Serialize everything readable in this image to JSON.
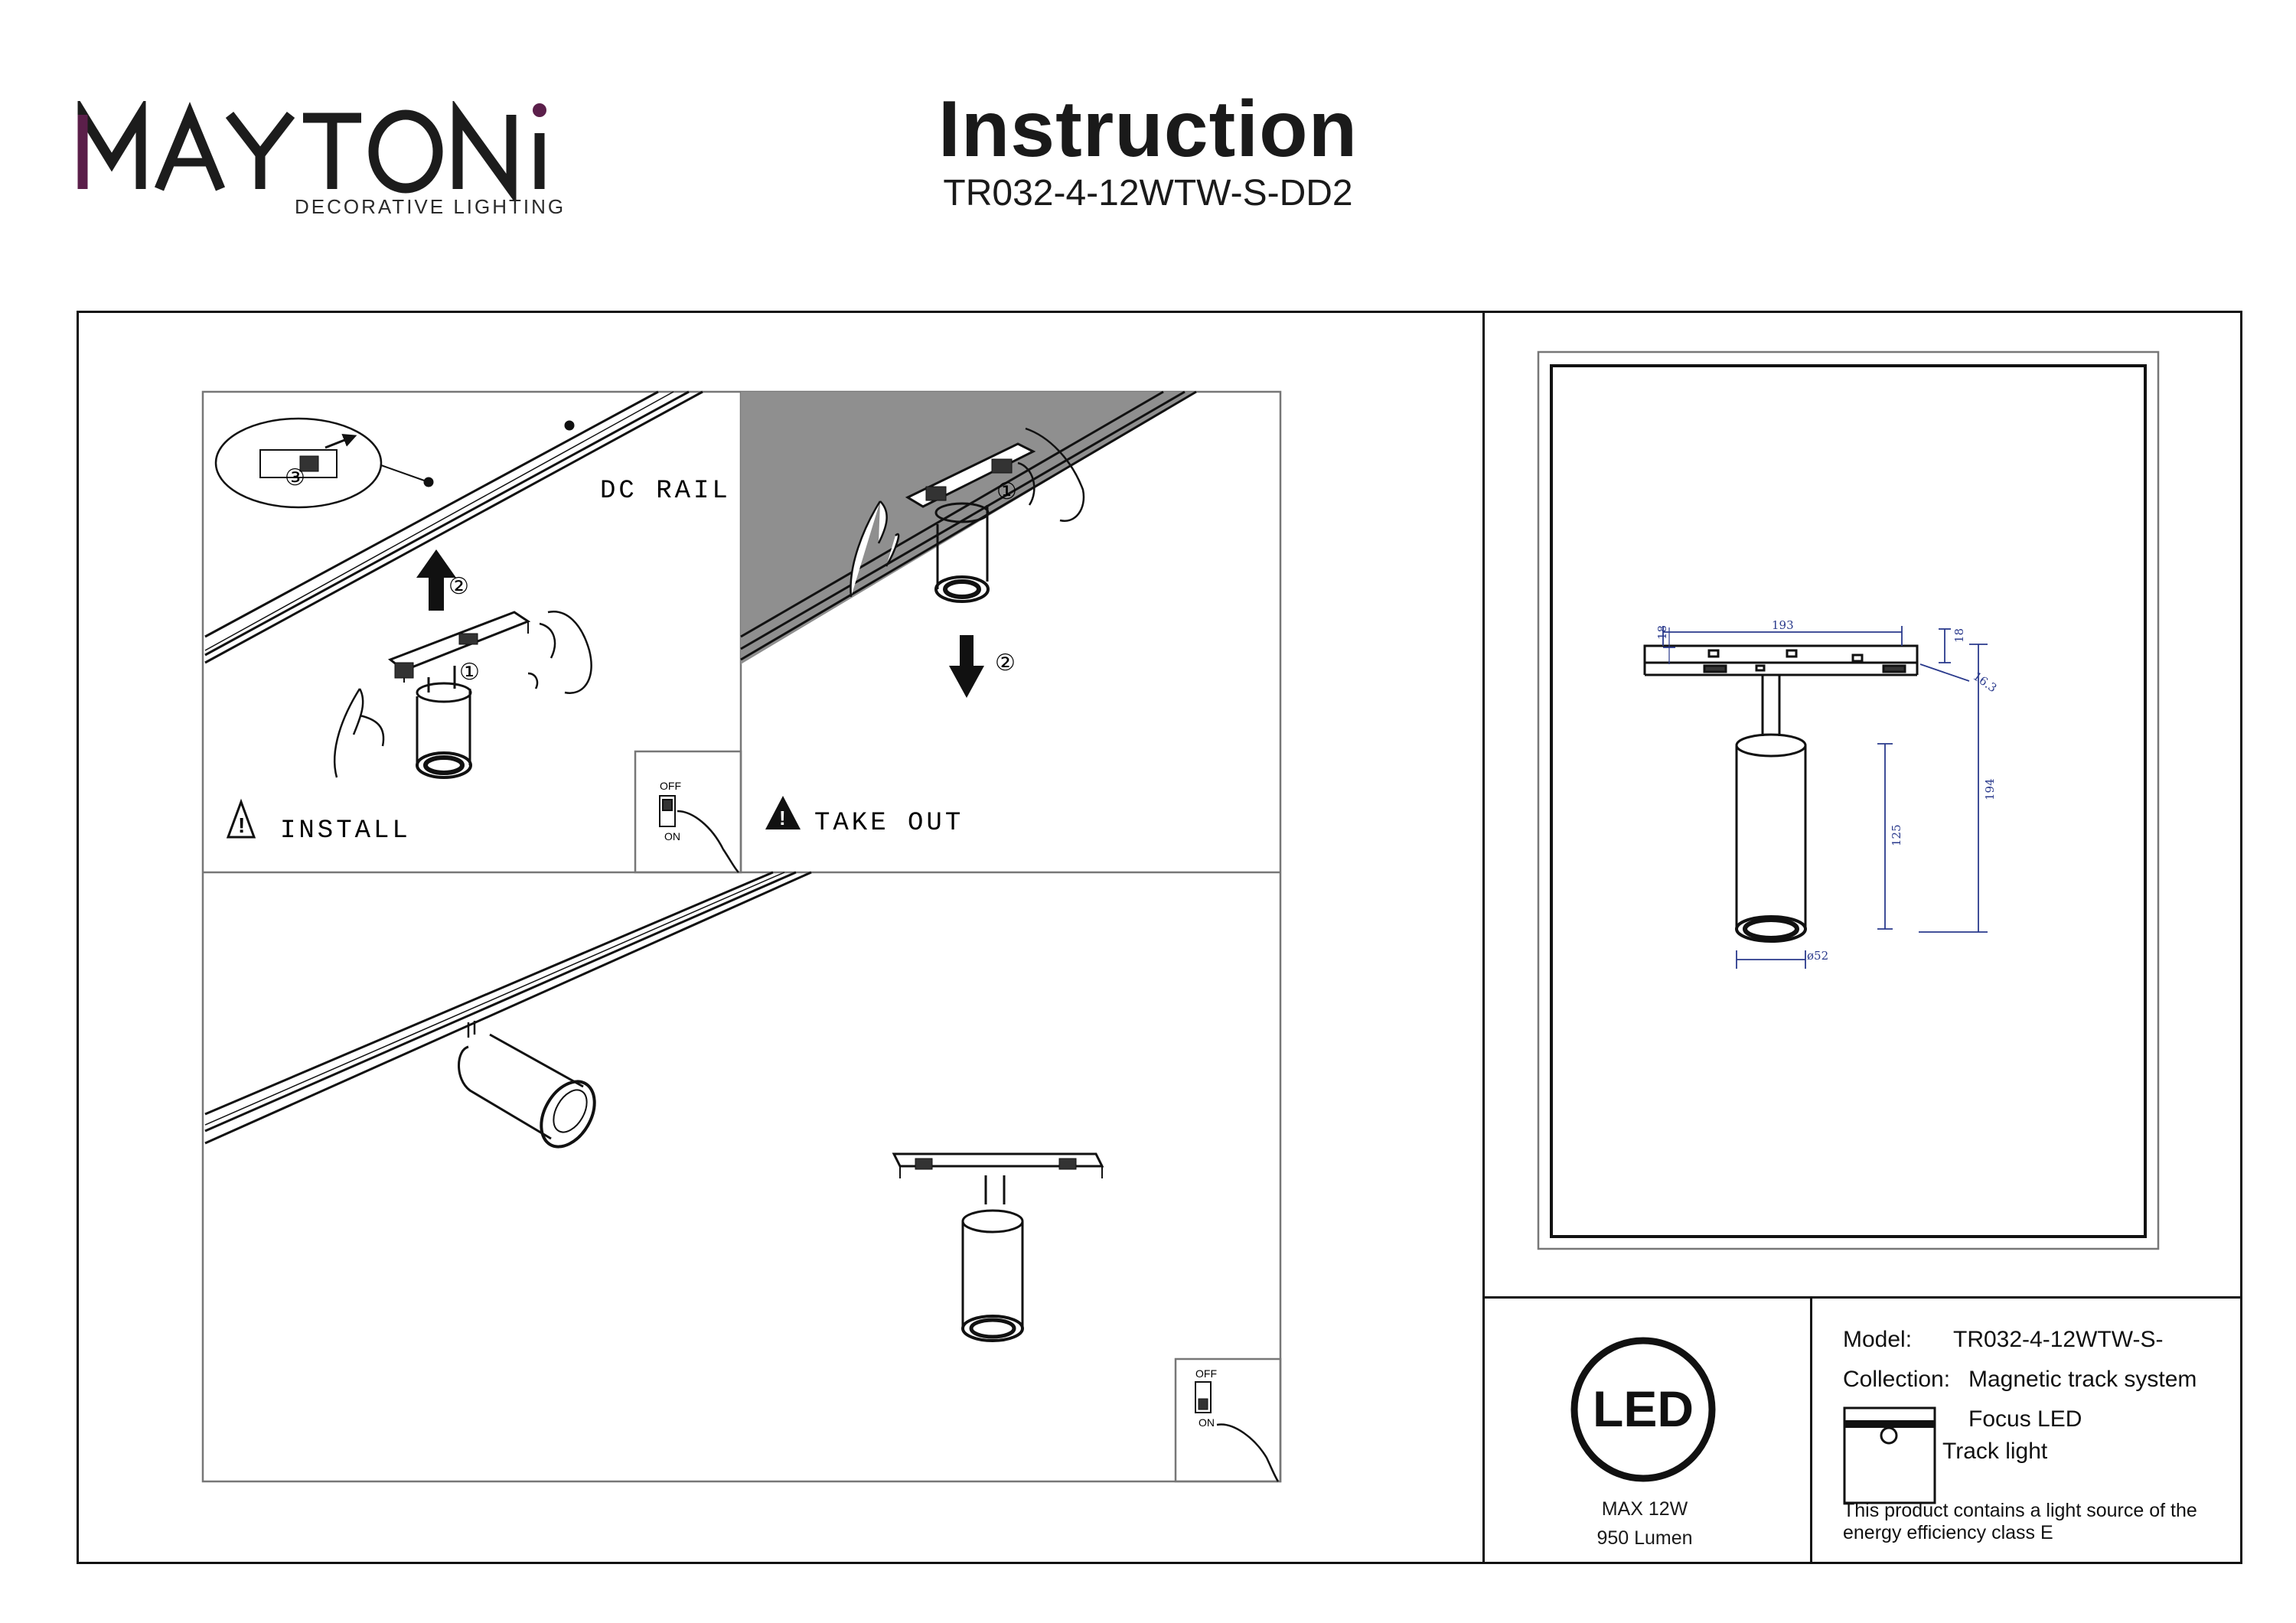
{
  "header": {
    "brand": "MAYTONI",
    "brand_tagline": "DECORATIVE LIGHTING",
    "title": "Instruction",
    "model_code": "TR032-4-12WTW-S-DD2"
  },
  "diagram": {
    "rail_label": "DC RAIL",
    "install_label": "INSTALL",
    "takeout_label": "TAKE OUT",
    "step_1": "①",
    "step_2": "②",
    "step_3": "③",
    "switch_off": "OFF",
    "switch_on": "ON"
  },
  "dimensions": {
    "length": "193",
    "end_left": "18",
    "end_right": "18",
    "depth": "16.3",
    "total_height": "194",
    "body_height": "125",
    "diameter": "ø52"
  },
  "led": {
    "icon_text": "LED",
    "max_power": "MAX 12W",
    "lumen": "950 Lumen"
  },
  "specs": {
    "model_label": "Model:",
    "model_value": "TR032-4-12WTW-S-",
    "collection_label": "Collection:",
    "collection_value": "Magnetic track system",
    "collection_sub": "Focus LED",
    "type_value": "Track light",
    "energy_line1": "This product contains a light source of the",
    "energy_line2": "energy efficiency class E"
  },
  "colors": {
    "brand_accent": "#5b1f4a",
    "line": "#111111",
    "dimension": "#2a3a8c",
    "shaded_panel": "#8f8f8f"
  }
}
